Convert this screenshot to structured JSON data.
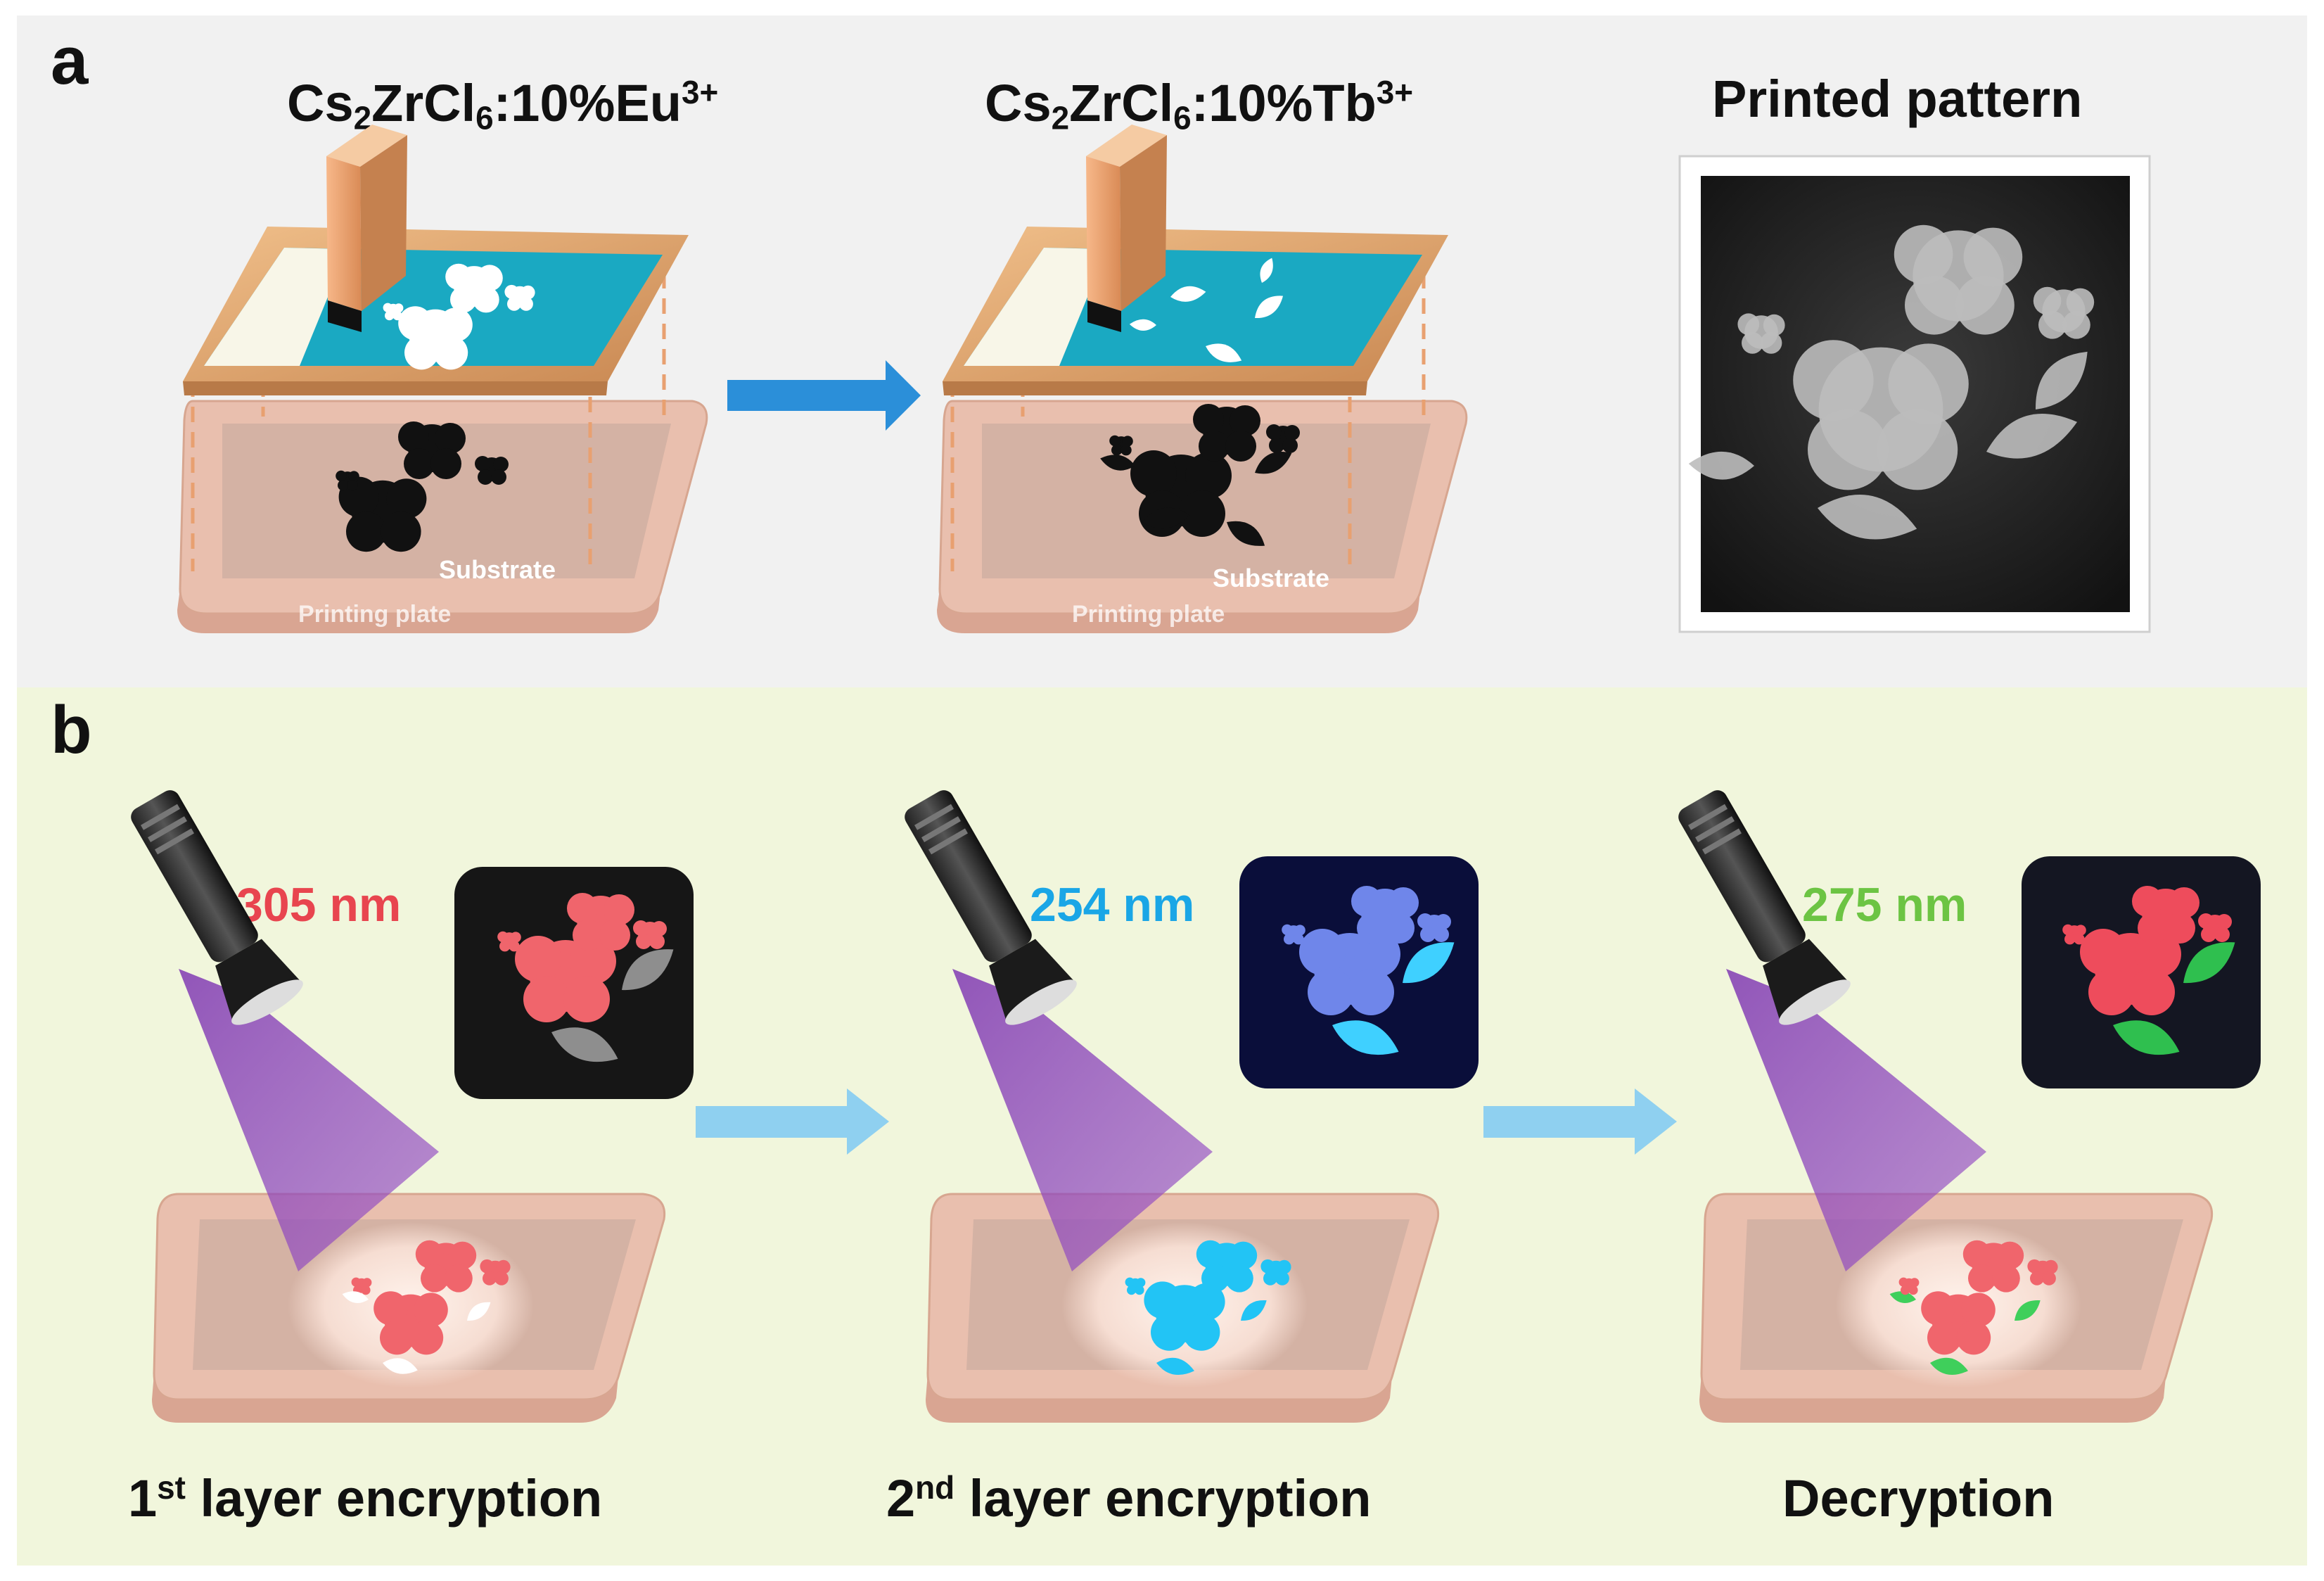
{
  "panel_a": {
    "letter": "a",
    "eu_label": {
      "base": "Cs",
      "sub1": "2",
      "mid": "ZrCl",
      "sub2": "6",
      "dopant": ":10%Eu",
      "sup": "3+"
    },
    "tb_label": {
      "base": "Cs",
      "sub1": "2",
      "mid": "ZrCl",
      "sub2": "6",
      "dopant": ":10%Tb",
      "sup": "3+"
    },
    "printed_pattern_title": "Printed pattern",
    "substrate_label": "Substrate",
    "printing_plate_label": "Printing plate"
  },
  "panel_b": {
    "letter": "b",
    "steps": [
      {
        "wavelength": "305 nm",
        "wavelength_color": "#e8454f",
        "caption_num": "1",
        "caption_sup": "st",
        "caption_rest": " layer encryption"
      },
      {
        "wavelength": "254 nm",
        "wavelength_color": "#1aa6e6",
        "caption_num": "2",
        "caption_sup": "nd",
        "caption_rest": " layer encryption"
      },
      {
        "wavelength": "275 nm",
        "wavelength_color": "#6cc443",
        "caption_num": "",
        "caption_sup": "",
        "caption_rest": "Decryption"
      }
    ]
  },
  "colors": {
    "panel_a_bg": "#f1f1f1",
    "panel_b_bg": "#f1f6dc",
    "screen_mesh": "#1aa9c2",
    "frame_wood": "#d9a06b",
    "plate": "#e9bfae",
    "arrow_blue": "#2b8fd9",
    "arrow_light_blue": "#8fd0f0",
    "uv_beam": "#8a3fb8",
    "eu_red": "#f0656c",
    "tb_cyan": "#22c4f5",
    "tb_green": "#3fcf5b"
  },
  "icons": [
    "squeegee-icon",
    "flashlight-icon",
    "rose-pattern-icon"
  ]
}
